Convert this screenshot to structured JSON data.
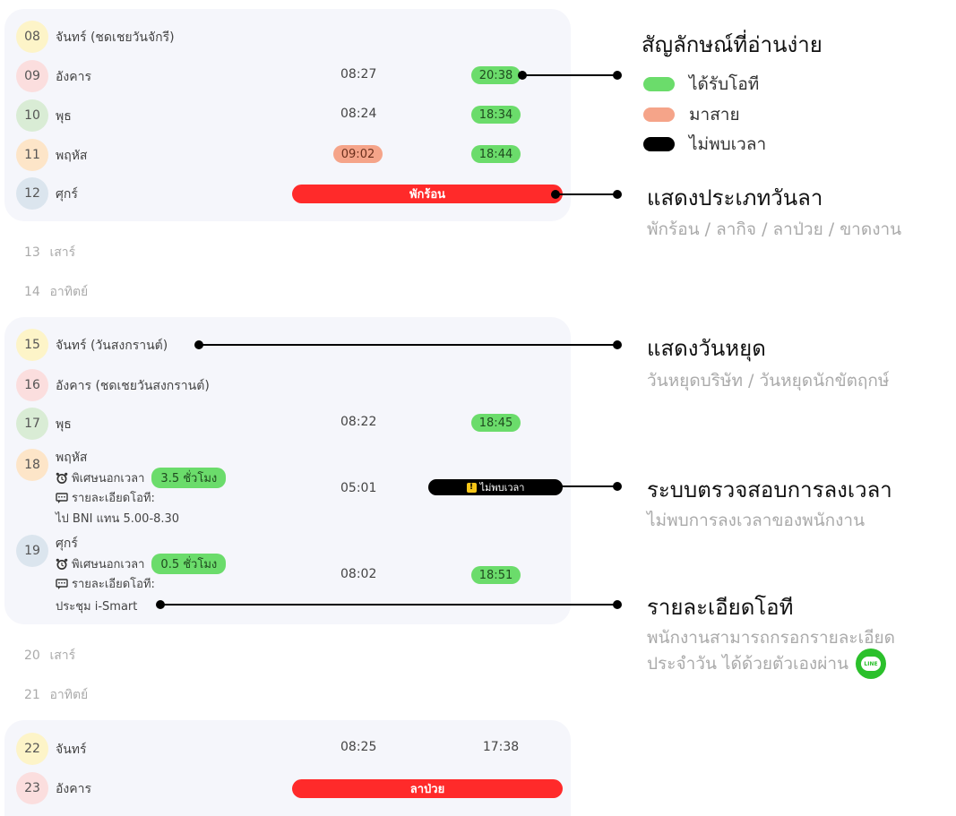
{
  "colors": {
    "ot_green": "#6bdc6b",
    "late_orange": "#f5a489",
    "not_found_black": "#000000",
    "leave_red": "#ff2a2a"
  },
  "week1": [
    {
      "day": "08",
      "name": "จันทร์ (ชดเชยวันจักรี)"
    },
    {
      "day": "09",
      "name": "อังคาร",
      "in": "08:27",
      "out": "20:38"
    },
    {
      "day": "10",
      "name": "พุธ",
      "in": "08:24",
      "out": "18:34"
    },
    {
      "day": "11",
      "name": "พฤหัส",
      "in": "09:02",
      "out": "18:44"
    },
    {
      "day": "12",
      "name": "ศุกร์",
      "leave": "พักร้อน"
    }
  ],
  "weekend1": [
    {
      "day": "13",
      "name": "เสาร์"
    },
    {
      "day": "14",
      "name": "อาทิตย์"
    }
  ],
  "week2": [
    {
      "day": "15",
      "name": "จันทร์ (วันสงกรานต์)"
    },
    {
      "day": "16",
      "name": "อังคาร (ชดเชยวันสงกรานต์)"
    },
    {
      "day": "17",
      "name": "พุธ",
      "in": "08:22",
      "out": "18:45"
    },
    {
      "day": "18",
      "name": "พฤหัส",
      "ot_label": "พิเศษนอกเวลา",
      "ot_hours": "3.5 ชั่วโมง",
      "detail_label": "รายละเอียดโอที:",
      "detail": "ไป BNI แทน 5.00-8.30",
      "in": "05:01",
      "not_found": "ไม่พบเวลา"
    },
    {
      "day": "19",
      "name": "ศุกร์",
      "ot_label": "พิเศษนอกเวลา",
      "ot_hours": "0.5 ชั่วโมง",
      "detail_label": "รายละเอียดโอที:",
      "detail": "ประชุม i-Smart",
      "in": "08:02",
      "out": "18:51"
    }
  ],
  "weekend2": [
    {
      "day": "20",
      "name": "เสาร์"
    },
    {
      "day": "21",
      "name": "อาทิตย์"
    }
  ],
  "week3": [
    {
      "day": "22",
      "name": "จันทร์",
      "in": "08:25",
      "out": "17:38"
    },
    {
      "day": "23",
      "name": "อังคาร",
      "leave": "ลาป่วย"
    }
  ],
  "legend": {
    "title": "สัญลักษณ์ที่อ่านง่าย",
    "items": [
      {
        "label": "ได้รับโอที"
      },
      {
        "label": "มาสาย"
      },
      {
        "label": "ไม่พบเวลา"
      }
    ]
  },
  "annotations": {
    "leave": {
      "title": "แสดงประเภทวันลา",
      "desc": "พักร้อน / ลากิจ / ลาป่วย / ขาดงาน"
    },
    "holiday": {
      "title": "แสดงวันหยุด",
      "desc": "วันหยุดบริษัท / วันหยุดนักขัตฤกษ์"
    },
    "check": {
      "title": "ระบบตรวจสอบการลงเวลา",
      "desc": "ไม่พบการลงเวลาของพนักงาน"
    },
    "ot": {
      "title": "รายละเอียดโอที",
      "desc1": "พนักงานสามารถกรอกรายละเอียด",
      "desc2": "ประจำวัน ได้ด้วยตัวเองผ่าน",
      "line_logo": "LINE"
    }
  }
}
